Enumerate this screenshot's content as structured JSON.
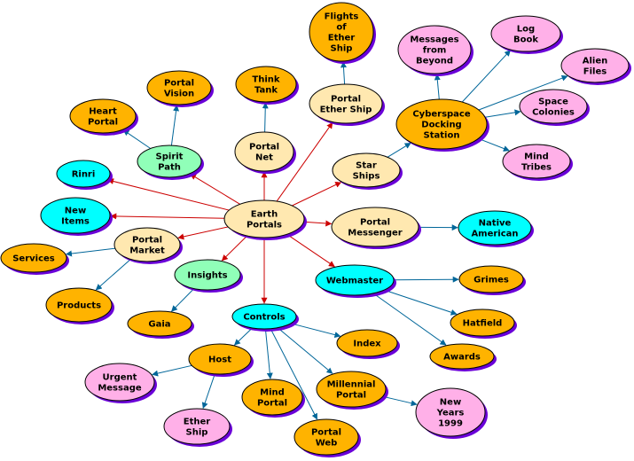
{
  "colors": {
    "orange": "#FFB300",
    "cream": "#FFE8B0",
    "pink": "#FFB0E8",
    "cyan": "#00FFFF",
    "mint": "#90FFB8",
    "shadow": "#6A00D8",
    "outline": "#000000",
    "red_edge": "#CC0000",
    "blue_edge": "#006699"
  },
  "nodes": [
    {
      "id": "earth-portals",
      "lines": [
        "Earth",
        "Portals"
      ],
      "color": "cream"
    },
    {
      "id": "flights-of-ether-ship",
      "lines": [
        "Flights",
        "of",
        "Ether",
        "Ship"
      ],
      "color": "orange"
    },
    {
      "id": "messages-from-beyond",
      "lines": [
        "Messages",
        "from",
        "Beyond"
      ],
      "color": "pink"
    },
    {
      "id": "log-book",
      "lines": [
        "Log",
        "Book"
      ],
      "color": "pink"
    },
    {
      "id": "alien-files",
      "lines": [
        "Alien",
        "Files"
      ],
      "color": "pink"
    },
    {
      "id": "think-tank",
      "lines": [
        "Think",
        "Tank"
      ],
      "color": "orange"
    },
    {
      "id": "portal-vision",
      "lines": [
        "Portal",
        "Vision"
      ],
      "color": "orange"
    },
    {
      "id": "portal-ether-ship",
      "lines": [
        "Portal",
        "Ether Ship"
      ],
      "color": "cream"
    },
    {
      "id": "cyberspace-docking-station",
      "lines": [
        "Cyberspace",
        "Docking",
        "Station"
      ],
      "color": "orange"
    },
    {
      "id": "space-colonies",
      "lines": [
        "Space",
        "Colonies"
      ],
      "color": "pink"
    },
    {
      "id": "heart-portal",
      "lines": [
        "Heart",
        "Portal"
      ],
      "color": "orange"
    },
    {
      "id": "portal-net",
      "lines": [
        "Portal",
        "Net"
      ],
      "color": "cream"
    },
    {
      "id": "spirit-path",
      "lines": [
        "Spirit",
        "Path"
      ],
      "color": "mint"
    },
    {
      "id": "mind-tribes",
      "lines": [
        "Mind",
        "Tribes"
      ],
      "color": "pink"
    },
    {
      "id": "rinri",
      "lines": [
        "Rinri"
      ],
      "color": "cyan"
    },
    {
      "id": "star-ships",
      "lines": [
        "Star",
        "Ships"
      ],
      "color": "cream"
    },
    {
      "id": "new-items",
      "lines": [
        "New",
        "Items"
      ],
      "color": "cyan"
    },
    {
      "id": "portal-messenger",
      "lines": [
        "Portal",
        "Messenger"
      ],
      "color": "cream"
    },
    {
      "id": "native-american",
      "lines": [
        "Native",
        "American"
      ],
      "color": "cyan"
    },
    {
      "id": "portal-market",
      "lines": [
        "Portal",
        "Market"
      ],
      "color": "cream"
    },
    {
      "id": "services",
      "lines": [
        "Services"
      ],
      "color": "orange"
    },
    {
      "id": "insights",
      "lines": [
        "Insights"
      ],
      "color": "mint"
    },
    {
      "id": "webmaster",
      "lines": [
        "Webmaster"
      ],
      "color": "cyan"
    },
    {
      "id": "grimes",
      "lines": [
        "Grimes"
      ],
      "color": "orange"
    },
    {
      "id": "products",
      "lines": [
        "Products"
      ],
      "color": "orange"
    },
    {
      "id": "gaia",
      "lines": [
        "Gaia"
      ],
      "color": "orange"
    },
    {
      "id": "controls",
      "lines": [
        "Controls"
      ],
      "color": "cyan"
    },
    {
      "id": "hatfield",
      "lines": [
        "Hatfield"
      ],
      "color": "orange"
    },
    {
      "id": "index",
      "lines": [
        "Index"
      ],
      "color": "orange"
    },
    {
      "id": "awards",
      "lines": [
        "Awards"
      ],
      "color": "orange"
    },
    {
      "id": "host",
      "lines": [
        "Host"
      ],
      "color": "orange"
    },
    {
      "id": "urgent-message",
      "lines": [
        "Urgent",
        "Message"
      ],
      "color": "pink"
    },
    {
      "id": "mind-portal",
      "lines": [
        "Mind",
        "Portal"
      ],
      "color": "orange"
    },
    {
      "id": "millennial-portal",
      "lines": [
        "Millennial",
        "Portal"
      ],
      "color": "orange"
    },
    {
      "id": "new-years-1999",
      "lines": [
        "New",
        "Years",
        "1999"
      ],
      "color": "pink"
    },
    {
      "id": "ether-ship",
      "lines": [
        "Ether",
        "Ship"
      ],
      "color": "pink"
    },
    {
      "id": "portal-web",
      "lines": [
        "Portal",
        "Web"
      ],
      "color": "orange"
    }
  ],
  "edges": [
    {
      "from": "earth-portals",
      "to": "portal-net",
      "style": "red"
    },
    {
      "from": "earth-portals",
      "to": "portal-ether-ship",
      "style": "red"
    },
    {
      "from": "earth-portals",
      "to": "star-ships",
      "style": "red"
    },
    {
      "from": "earth-portals",
      "to": "spirit-path",
      "style": "red"
    },
    {
      "from": "earth-portals",
      "to": "rinri",
      "style": "red"
    },
    {
      "from": "earth-portals",
      "to": "new-items",
      "style": "red"
    },
    {
      "from": "earth-portals",
      "to": "portal-messenger",
      "style": "red"
    },
    {
      "from": "earth-portals",
      "to": "portal-market",
      "style": "red"
    },
    {
      "from": "earth-portals",
      "to": "insights",
      "style": "red"
    },
    {
      "from": "earth-portals",
      "to": "webmaster",
      "style": "red"
    },
    {
      "from": "earth-portals",
      "to": "controls",
      "style": "red"
    },
    {
      "from": "portal-net",
      "to": "think-tank",
      "style": "blue"
    },
    {
      "from": "portal-ether-ship",
      "to": "flights-of-ether-ship",
      "style": "blue"
    },
    {
      "from": "star-ships",
      "to": "cyberspace-docking-station",
      "style": "blue"
    },
    {
      "from": "cyberspace-docking-station",
      "to": "messages-from-beyond",
      "style": "blue"
    },
    {
      "from": "cyberspace-docking-station",
      "to": "log-book",
      "style": "blue"
    },
    {
      "from": "cyberspace-docking-station",
      "to": "alien-files",
      "style": "blue"
    },
    {
      "from": "cyberspace-docking-station",
      "to": "space-colonies",
      "style": "blue"
    },
    {
      "from": "cyberspace-docking-station",
      "to": "mind-tribes",
      "style": "blue"
    },
    {
      "from": "spirit-path",
      "to": "portal-vision",
      "style": "blue"
    },
    {
      "from": "spirit-path",
      "to": "heart-portal",
      "style": "blue"
    },
    {
      "from": "portal-messenger",
      "to": "native-american",
      "style": "blue"
    },
    {
      "from": "portal-market",
      "to": "services",
      "style": "blue"
    },
    {
      "from": "portal-market",
      "to": "products",
      "style": "blue"
    },
    {
      "from": "insights",
      "to": "gaia",
      "style": "blue"
    },
    {
      "from": "webmaster",
      "to": "grimes",
      "style": "blue"
    },
    {
      "from": "webmaster",
      "to": "hatfield",
      "style": "blue"
    },
    {
      "from": "webmaster",
      "to": "awards",
      "style": "blue"
    },
    {
      "from": "controls",
      "to": "host",
      "style": "blue"
    },
    {
      "from": "controls",
      "to": "index",
      "style": "blue"
    },
    {
      "from": "controls",
      "to": "mind-portal",
      "style": "blue"
    },
    {
      "from": "controls",
      "to": "millennial-portal",
      "style": "blue"
    },
    {
      "from": "controls",
      "to": "portal-web",
      "style": "blue"
    },
    {
      "from": "host",
      "to": "urgent-message",
      "style": "blue"
    },
    {
      "from": "host",
      "to": "ether-ship",
      "style": "blue"
    },
    {
      "from": "millennial-portal",
      "to": "new-years-1999",
      "style": "blue"
    }
  ]
}
